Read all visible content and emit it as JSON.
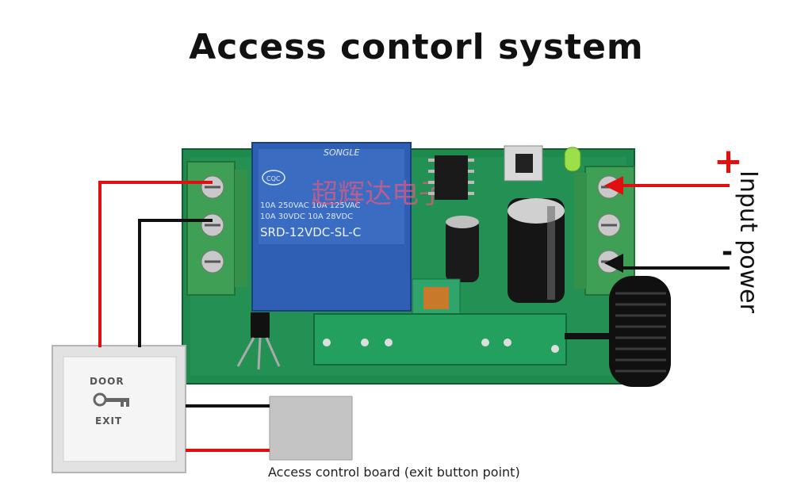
{
  "title": "Access contorl system",
  "input_power": {
    "label": "Input power",
    "plus": "+",
    "minus": "-"
  },
  "exit_button": {
    "top_label": "DOOR",
    "bottom_label": "EXIT"
  },
  "relay": {
    "brand": "SONGLE",
    "line1": "10A 250VAC 10A 125VAC",
    "line2": "10A 30VDC 10A 28VDC",
    "model": "SRD-12VDC-SL-C"
  },
  "watermark": "超辉达电子",
  "caption": "Access control board (exit button point)",
  "colors": {
    "pcb": "#1f8a4e",
    "terminal": "#3f9f55",
    "relay": "#2f5fb4",
    "wire_red": "#e01010",
    "wire_black": "#111111"
  }
}
